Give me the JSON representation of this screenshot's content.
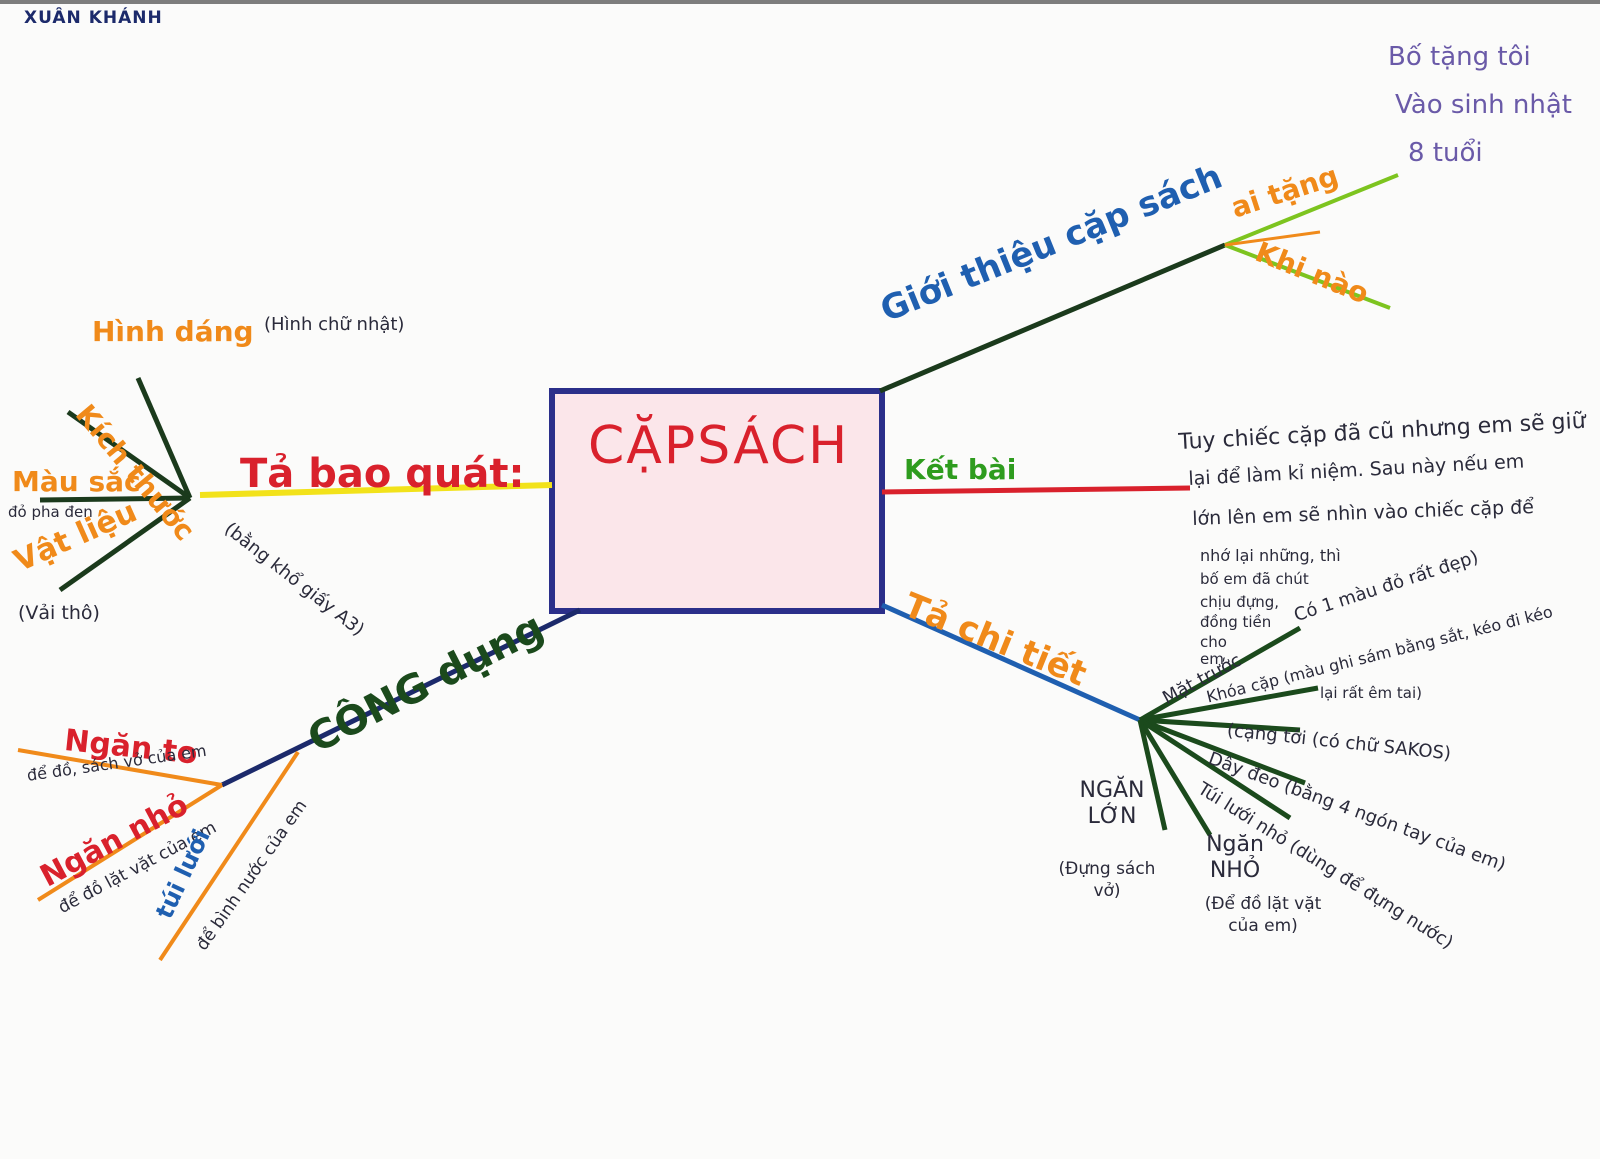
{
  "author": "XUÂN KHÁNH",
  "center": "CẶPSÁCH",
  "colors": {
    "center_border": "#2b2f8a",
    "center_fill": "#fbe6ea",
    "center_text": "#d9212c",
    "navy": "#1c2a6b",
    "orange": "#f08a1a",
    "red": "#d9212c",
    "green": "#2e9c1e",
    "dark_green": "#1b4a1c",
    "blue": "#1f5fb0",
    "yellow": "#f2e21a",
    "lime": "#7dc41f",
    "purple_note": "#6a5aa8"
  },
  "branches": {
    "intro": {
      "label": "Giới thiệu cặp sách",
      "sub": [
        "ai tặng",
        "Khi nào"
      ],
      "note_lines": [
        "Bố tặng tôi",
        "Vào sinh nhật",
        "8 tuổi"
      ]
    },
    "overview": {
      "label": "Tả bao quát:",
      "shape": "Hình dáng",
      "shape_note": "(Hình chữ nhật)",
      "size": "Kích thước",
      "size_note": "(bằng khổ giấy A3)",
      "color": "Màu sắc",
      "color_note": "đỏ pha đen",
      "material": "Vật liệu",
      "material_note": "(Vải thô)"
    },
    "conclusion": {
      "label": "Kết bài",
      "text_lines": [
        "Tuy chiếc cặp đã cũ nhưng em sẽ giữ",
        "lại để làm kỉ niệm. Sau này nếu em",
        "lớn lên em sẽ nhìn vào chiếc cặp để",
        "nhớ lại những, thì",
        "bố em đã chút",
        "chịu đựng,",
        "đồng tiền",
        "cho",
        "em"
      ]
    },
    "detail": {
      "label": "Tả chi tiết",
      "items": [
        "Có 1 màu đỏ rất đẹp)",
        "Mặt trước",
        "Khóa cặp (màu ghi sám bằng sắt, kéo đi kéo",
        "lại rất êm tai)",
        "(cạng tới (có chữ SAKOS)",
        "Dây đeo (bằng 4 ngón tay của em)",
        "Túi lưới nhỏ (dùng để đựng nước)"
      ],
      "big_pocket": "NGĂN LỚN",
      "big_pocket_note": "(Đựng sách vở)",
      "small_pocket": "Ngăn NHỎ",
      "small_pocket_note": "(Để đồ lặt vặt của em)"
    },
    "usage": {
      "label": "CÔNG dụng",
      "big": "Ngăn to",
      "big_note": "để đồ, sách vở của em",
      "small": "Ngăn nhỏ",
      "small_note": "để đồ lặt vặt của em",
      "net": "túi lưới",
      "net_note": "để bình nước của em"
    }
  }
}
